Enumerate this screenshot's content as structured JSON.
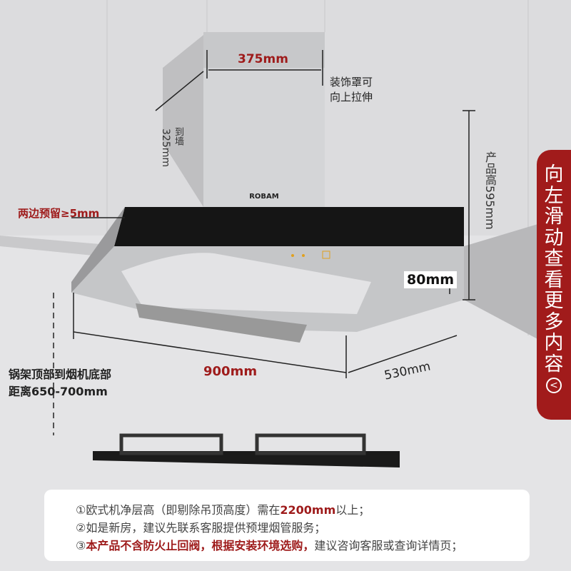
{
  "dimensions": {
    "chimney_width": "375mm",
    "chimney_note_1": "装饰罩可",
    "chimney_note_2": "向上拉伸",
    "to_wall_label": "到墙",
    "to_wall_value": "325mm",
    "side_clearance": "两边预留≥5mm",
    "product_height": "产品高595mm",
    "panel_height": "80mm",
    "width": "900mm",
    "depth": "530mm",
    "install_height_1": "锅架顶部到烟机底部",
    "install_height_2": "距离650-700mm"
  },
  "brand_logo": "ROBAM",
  "side_tab": {
    "chars": [
      "向",
      "左",
      "滑",
      "动",
      "查",
      "看",
      "更",
      "多",
      "内",
      "容"
    ],
    "icon": "chevron-left-circle-icon"
  },
  "notes": {
    "n1_prefix": "①欧式机净层高（即剔除吊顶高度）需在",
    "n1_highlight": "2200mm",
    "n1_suffix": "以上；",
    "n2": "②如是新房，建议先联系客服提供预埋烟管服务；",
    "n3_prefix": "③",
    "n3_highlight": "本产品不含防火止回阀，根据安装环境选购，",
    "n3_suffix": "建议咨询客服或查询详情页；"
  },
  "colors": {
    "accent": "#a11b1b",
    "background": "#e4e4e6"
  }
}
